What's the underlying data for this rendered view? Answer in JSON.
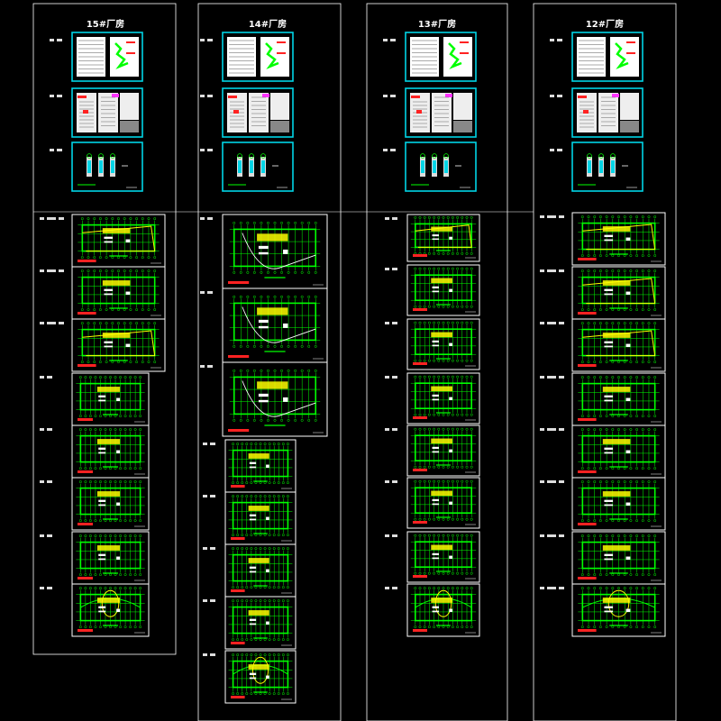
{
  "columns": [
    {
      "title": "15#厂房"
    },
    {
      "title": "14#厂房"
    },
    {
      "title": "13#厂房"
    },
    {
      "title": "12#厂房"
    }
  ],
  "colors": {
    "background": "#000000",
    "column_frame": "#ffffff",
    "cover_sheet_border": "#00d4e6",
    "plan_lines": "#00ff00",
    "plan_highlight": "#ffff00",
    "title_bar": "#ff2222",
    "tag": "#ff33ff"
  }
}
